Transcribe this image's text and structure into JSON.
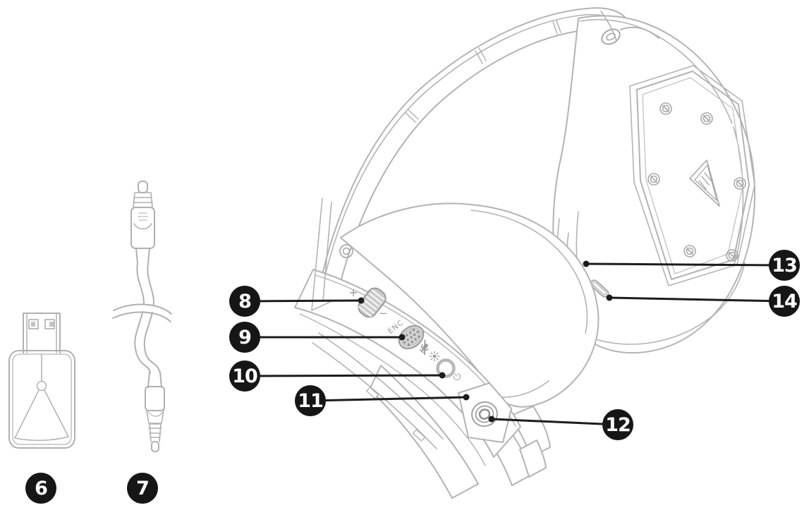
{
  "diagram": {
    "kind": "headset-parts-callout-diagram",
    "subject": "wireless gaming headset with usb dongle and 3.5mm audio cable",
    "line_color": "#b3b3b3",
    "detail_color": "#9b9b9b",
    "callout_bg": "#161616",
    "callout_text_color": "#ffffff",
    "markings": {
      "volume_plus": "+",
      "volume_minus": "−",
      "enc": "ENC"
    },
    "callouts": [
      {
        "number": "6",
        "target": "usb-dongle"
      },
      {
        "number": "7",
        "target": "audio-cable"
      },
      {
        "number": "8",
        "target": "volume-wheel"
      },
      {
        "number": "9",
        "target": "enc-mic-grille"
      },
      {
        "number": "10",
        "target": "round-button"
      },
      {
        "number": "11",
        "target": "pinhole"
      },
      {
        "number": "12",
        "target": "jack-port"
      },
      {
        "number": "13",
        "target": "earcup-shell"
      },
      {
        "number": "14",
        "target": "charging-slot"
      }
    ]
  }
}
